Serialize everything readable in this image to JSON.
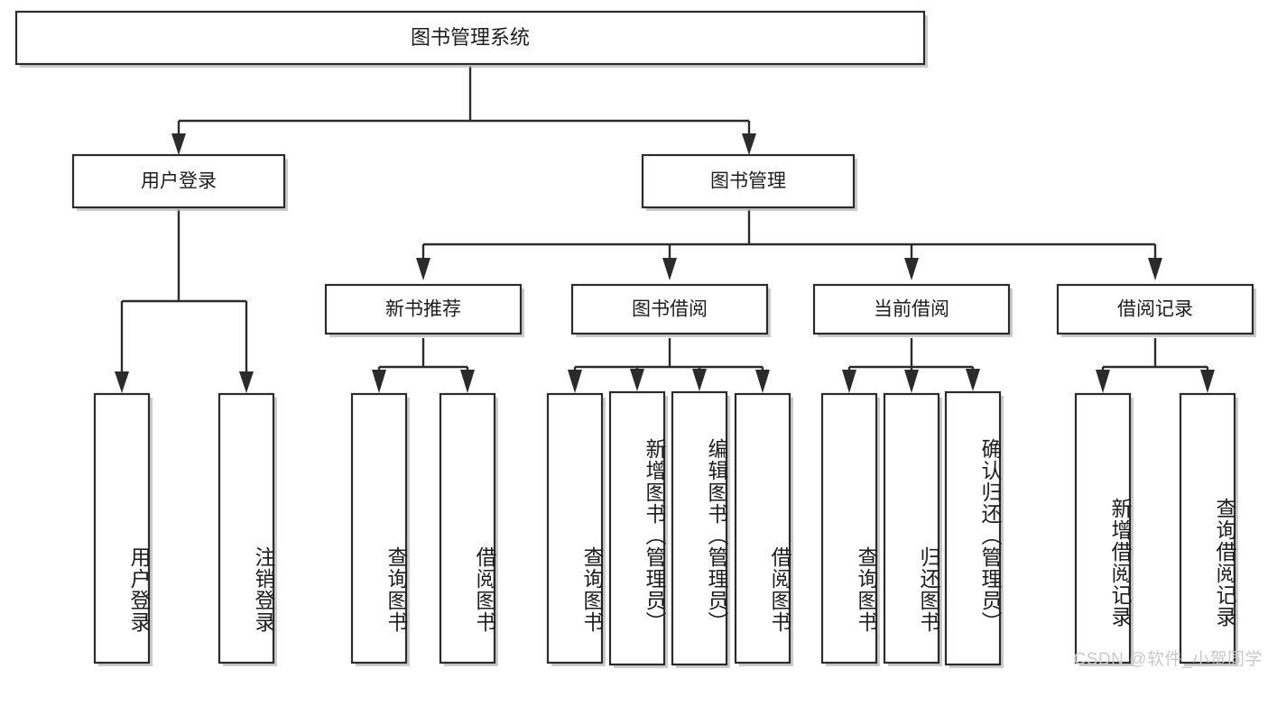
{
  "diagram": {
    "type": "tree-hierarchy",
    "title": "图书管理系统",
    "watermark": "CSDN @软件_小贺同学",
    "colors": {
      "background": "#ffffff",
      "box_stroke": "#2b2b2b",
      "box_fill": "#ffffff",
      "connector": "#2b2b2b",
      "text": "#1d1d1d",
      "watermark": "#c9c9c9",
      "shadow": "#b9b9b9"
    },
    "root": {
      "id": "root",
      "label": "图书管理系统"
    },
    "level2": [
      {
        "id": "user-login",
        "label": "用户登录"
      },
      {
        "id": "book-manage",
        "label": "图书管理"
      }
    ],
    "level3": [
      {
        "id": "new-book-recommend",
        "label": "新书推荐",
        "parent": "book-manage"
      },
      {
        "id": "book-borrow",
        "label": "图书借阅",
        "parent": "book-manage"
      },
      {
        "id": "current-borrow",
        "label": "当前借阅",
        "parent": "book-manage"
      },
      {
        "id": "borrow-record",
        "label": "借阅记录",
        "parent": "book-manage"
      }
    ],
    "leaves": [
      {
        "id": "leaf-user-login",
        "label": "用户登录",
        "parent": "user-login"
      },
      {
        "id": "leaf-logout",
        "label": "注销登录",
        "parent": "user-login"
      },
      {
        "id": "leaf-query-book-1",
        "label": "查询图书",
        "parent": "new-book-recommend"
      },
      {
        "id": "leaf-borrow-book-1",
        "label": "借阅图书",
        "parent": "new-book-recommend"
      },
      {
        "id": "leaf-query-book-2",
        "label": "查询图书",
        "parent": "book-borrow"
      },
      {
        "id": "leaf-add-book",
        "label": "新增图书（管理员）",
        "parent": "book-borrow"
      },
      {
        "id": "leaf-edit-book",
        "label": "编辑图书（管理员）",
        "parent": "book-borrow"
      },
      {
        "id": "leaf-borrow-book-2",
        "label": "借阅图书",
        "parent": "book-borrow"
      },
      {
        "id": "leaf-query-book-3",
        "label": "查询图书",
        "parent": "current-borrow"
      },
      {
        "id": "leaf-return-book",
        "label": "归还图书",
        "parent": "current-borrow"
      },
      {
        "id": "leaf-confirm-return",
        "label": "确认归还（管理员）",
        "parent": "current-borrow"
      },
      {
        "id": "leaf-add-record",
        "label": "新增借阅记录",
        "parent": "borrow-record"
      },
      {
        "id": "leaf-query-record",
        "label": "查询借阅记录",
        "parent": "borrow-record"
      }
    ]
  }
}
